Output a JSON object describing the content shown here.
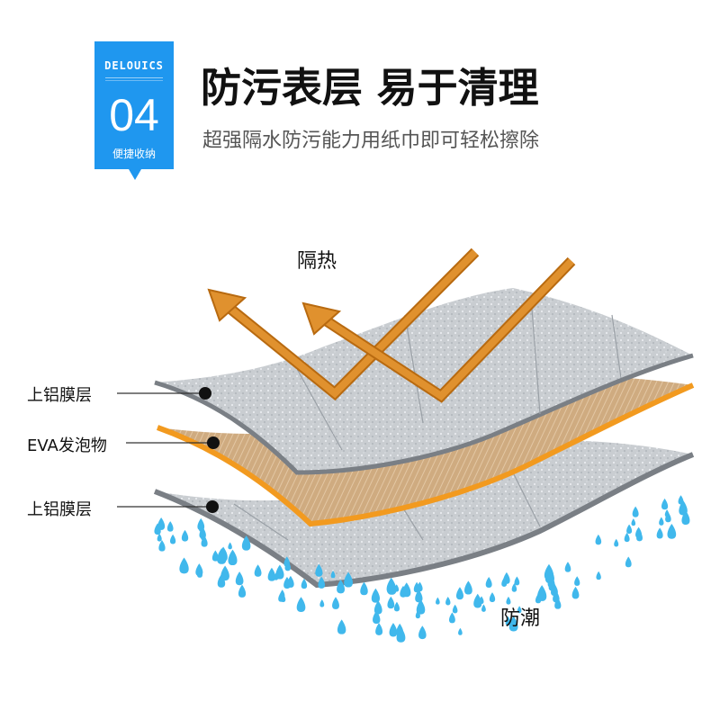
{
  "badge": {
    "brand": "DELOUICS",
    "number": "04",
    "label": "便捷收纳",
    "color": "#1f97ef"
  },
  "headline": "防污表层 易于清理",
  "subheadline": "超强隔水防污能力用纸巾即可轻松擦除",
  "labels": {
    "heat_insulation": "隔热",
    "moisture_proof": "防潮"
  },
  "layers": [
    {
      "label": "上铝膜层",
      "icon": "dot-marker-icon"
    },
    {
      "label": "EVA发泡物",
      "icon": "dot-marker-icon"
    },
    {
      "label": "上铝膜层",
      "icon": "dot-marker-icon"
    }
  ],
  "colors": {
    "arrow": "#e0912e",
    "foil": "#c9cdd1",
    "foam": "#c8a47a",
    "foam_edge": "#f29a1f",
    "water": "#40b8ec"
  },
  "icons": [
    "heat-arrow-icon",
    "water-drop-icon",
    "dot-marker-icon"
  ]
}
